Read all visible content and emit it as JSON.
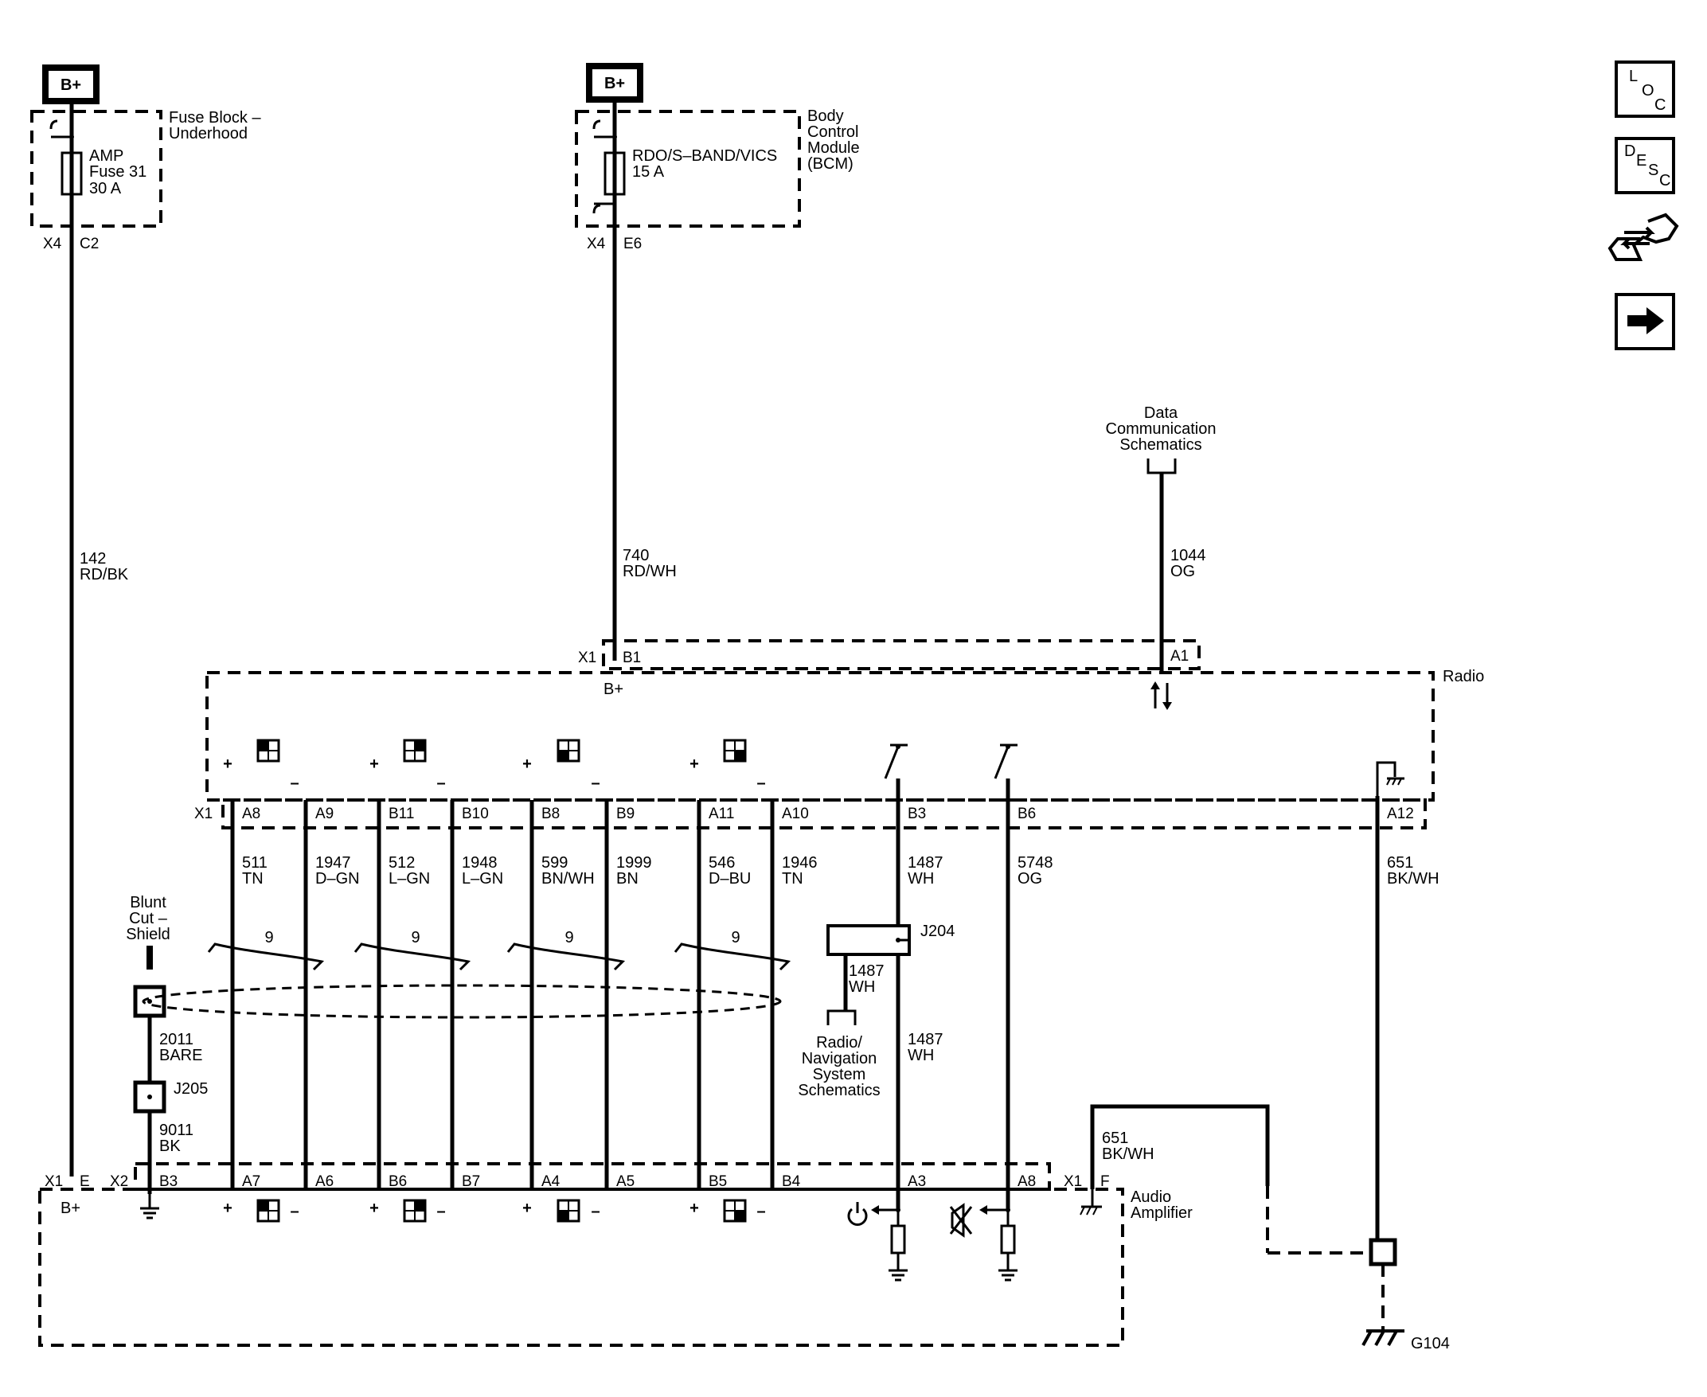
{
  "power_sources": [
    {
      "label": "B+"
    },
    {
      "label": "B+"
    }
  ],
  "fuse_block": {
    "title_line1": "Fuse Block –",
    "title_line2": "Underhood",
    "fuse_line1": "AMP",
    "fuse_line2": "Fuse 31",
    "fuse_line3": "30 A",
    "connector": "X4",
    "pin": "C2"
  },
  "bcm": {
    "title_line1": "Body",
    "title_line2": "Control",
    "title_line3": "Module",
    "title_line4": "(BCM)",
    "fuse_line1": "RDO/S–BAND/VICS",
    "fuse_line2": "15 A",
    "connector": "X4",
    "pin": "E6"
  },
  "data_comm": {
    "line1": "Data",
    "line2": "Communication",
    "line3": "Schematics"
  },
  "wires_top": [
    {
      "circuit": "142",
      "color": "RD/BK"
    },
    {
      "circuit": "740",
      "color": "RD/WH"
    },
    {
      "circuit": "1044",
      "color": "OG"
    }
  ],
  "radio": {
    "title": "Radio",
    "top_connector": "X1",
    "top_pin_b1": "B1",
    "top_pin_a1": "A1",
    "bplus": "B+",
    "bottom_connector": "X1",
    "pins": [
      "A8",
      "A9",
      "B11",
      "B10",
      "B8",
      "B9",
      "A11",
      "A10",
      "B3",
      "B6",
      "A12"
    ]
  },
  "speaker_wires": [
    {
      "circuit": "511",
      "color": "TN"
    },
    {
      "circuit": "1947",
      "color": "D–GN"
    },
    {
      "circuit": "512",
      "color": "L–GN"
    },
    {
      "circuit": "1948",
      "color": "L–GN"
    },
    {
      "circuit": "599",
      "color": "BN/WH"
    },
    {
      "circuit": "1999",
      "color": "BN"
    },
    {
      "circuit": "546",
      "color": "D–BU"
    },
    {
      "circuit": "1946",
      "color": "TN"
    },
    {
      "circuit": "1487",
      "color": "WH"
    },
    {
      "circuit": "5748",
      "color": "OG"
    },
    {
      "circuit": "651",
      "color": "BK/WH"
    }
  ],
  "twist_count": "9",
  "plus": "+",
  "minus": "–",
  "shield": {
    "line1": "Blunt",
    "line2": "Cut –",
    "line3": "Shield",
    "wire_circuit": "2011",
    "wire_color": "BARE",
    "splice": "J205",
    "wire2_circuit": "9011",
    "wire2_color": "BK"
  },
  "j204": {
    "label": "J204",
    "branch_circuit": "1487",
    "branch_color": "WH",
    "main_circuit": "1487",
    "main_color": "WH",
    "ref_line1": "Radio/",
    "ref_line2": "Navigation",
    "ref_line3": "System",
    "ref_line4": "Schematics"
  },
  "amp_loop_wire": {
    "circuit": "651",
    "color": "BK/WH"
  },
  "amplifier": {
    "title_line1": "Audio",
    "title_line2": "Amplifier",
    "conn_x1": "X1",
    "conn_x2": "X2",
    "conn_x1b": "X1",
    "pin_e": "E",
    "pin_b3": "B3",
    "pins": [
      "A7",
      "A6",
      "B6",
      "B7",
      "A4",
      "A5",
      "B5",
      "B4",
      "A3",
      "A8"
    ],
    "pin_f": "F",
    "bplus": "B+"
  },
  "ground": {
    "label": "G104"
  },
  "nav_buttons": {
    "loc": [
      "L",
      "O",
      "C"
    ],
    "desc": [
      "D",
      "E",
      "S",
      "C"
    ]
  }
}
